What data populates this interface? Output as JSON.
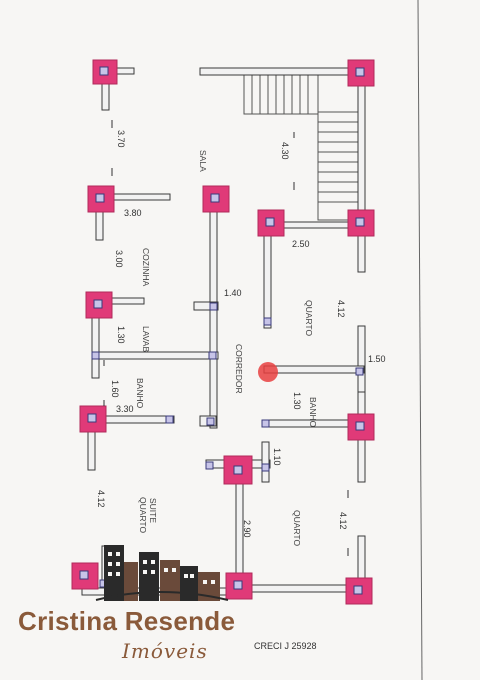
{
  "plan": {
    "rooms": {
      "sala": "SALA",
      "cozinha": "COZINHA",
      "lavabo": "LAVAB",
      "banho1": "BANHO",
      "corredor": "CORREDOR",
      "quarto_right": "QUARTO",
      "banho2": "BANHO",
      "quarto_suite_line1": "QUARTO",
      "quarto_suite_line2": "SUITE",
      "quarto_bottom": "QUARTO"
    },
    "measures": {
      "m370": "3.70",
      "m430": "4.30",
      "m380": "3.80",
      "m250": "2.50",
      "m300": "3.00",
      "m140": "1.40",
      "m412a": "4.12",
      "m130a": "1.30",
      "m150": "1.50",
      "m160": "1.60",
      "m330": "3.30",
      "m130b": "1.30",
      "m110": "1.10",
      "m412b": "4.12",
      "m290": "2.90",
      "m412c": "4.12"
    }
  },
  "brand": {
    "name": "Cristina Resende",
    "subtitle": "Imóveis",
    "creci": "CRECI J 25928"
  },
  "colors": {
    "pillar": "#e03a78",
    "pillar_dark": "#b02a5a",
    "beam_edge": "#3a3a7a",
    "beam_fill": "#c7c4e8",
    "red_dot": "#e84040",
    "brand": "#8a5a3a"
  }
}
